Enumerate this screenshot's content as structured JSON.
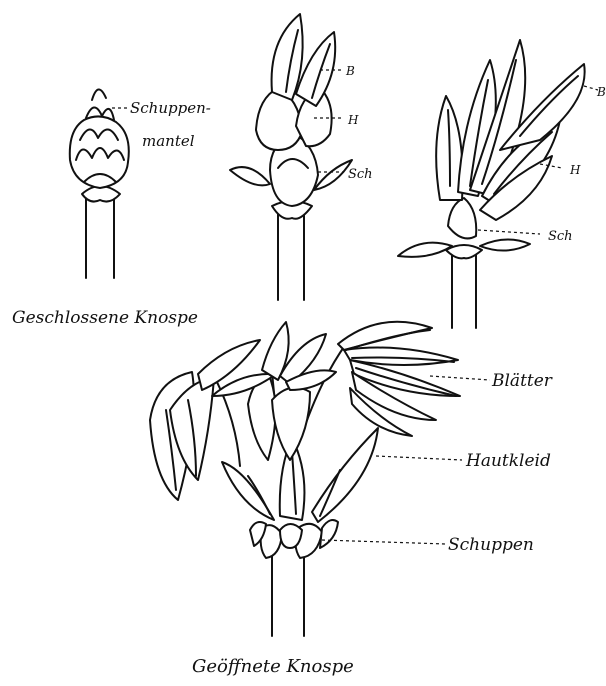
{
  "labels": {
    "scale_mantle_top": "Schuppen-",
    "scale_mantle_bottom": "mantel",
    "bud2_b": "B",
    "bud2_h": "H",
    "bud2_sch": "Sch",
    "bud3_b": "B",
    "bud3_h": "H",
    "bud3_sch": "Sch",
    "closed_caption": "Geschlossene Knospe",
    "leaves": "Blätter",
    "skin": "Hautkleid",
    "scales": "Schuppen",
    "open_caption": "Geöffnete Knospe"
  }
}
